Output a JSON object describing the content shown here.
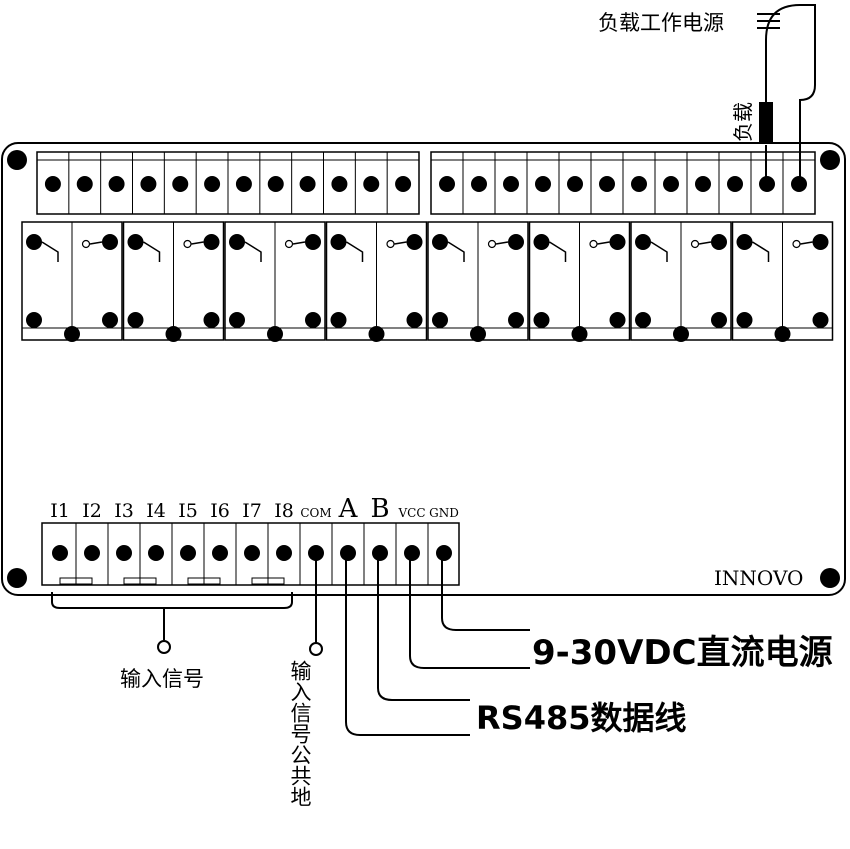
{
  "top": {
    "load_power_label": "负载工作电源",
    "load_label": "负载"
  },
  "bottom_terminals": {
    "inputs": [
      "I1",
      "I2",
      "I3",
      "I4",
      "I5",
      "I6",
      "I7",
      "I8"
    ],
    "com": "COM",
    "a": "A",
    "b": "B",
    "vcc": "VCC",
    "gnd": "GND"
  },
  "brand": "INNOVO",
  "callouts": {
    "input_signal": "输入信号",
    "input_common_ground": "输入信号公共地",
    "power": "9-30VDC直流电源",
    "rs485": "RS485数据线"
  },
  "relay_count": 8,
  "top_terminal_count": 24
}
